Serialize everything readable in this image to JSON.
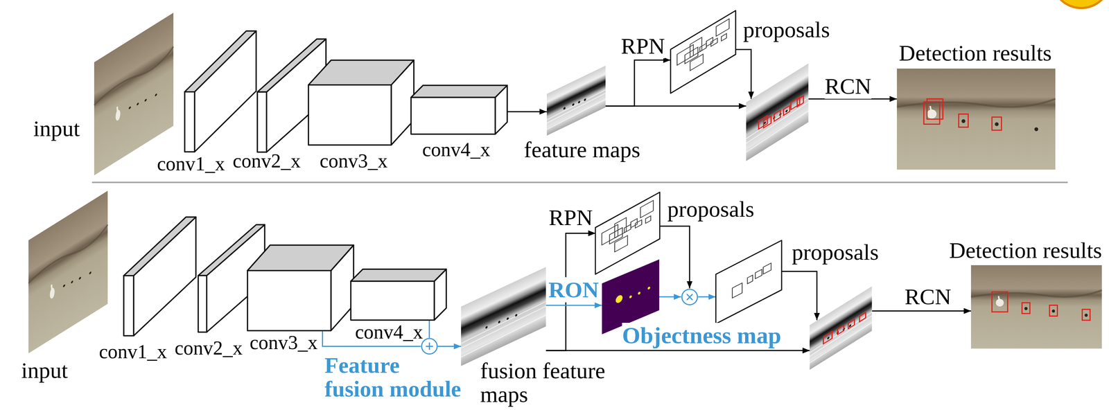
{
  "diagram": {
    "nodes": [
      {
        "text": [
          "input"
        ]
      },
      {
        "text": [
          "conv1_x"
        ]
      },
      {
        "text": [
          "conv2_x"
        ]
      },
      {
        "text": [
          "conv3_x"
        ]
      },
      {
        "text": [
          "conv4_x"
        ]
      },
      {
        "text": [
          "feature maps"
        ]
      },
      {
        "text": [
          "proposals"
        ]
      },
      {
        "text": []
      },
      {
        "text": [
          "Detection results"
        ]
      },
      {
        "text": [
          "input"
        ]
      },
      {
        "text": [
          "conv1_x"
        ]
      },
      {
        "text": [
          "conv2_x"
        ]
      },
      {
        "text": [
          "conv3_x"
        ]
      },
      {
        "text": [
          "conv4_x"
        ]
      },
      {
        "text": [
          "+"
        ]
      },
      {
        "text": [
          "fusion feature maps"
        ]
      },
      {
        "text": [
          "proposals"
        ]
      },
      {
        "text": [
          "Objectness map"
        ]
      },
      {
        "text": [
          "×"
        ]
      },
      {
        "text": [
          "proposals"
        ]
      },
      {
        "text": []
      },
      {
        "text": [
          "Detection results"
        ]
      }
    ],
    "edges": [
      {
        "from": 4,
        "to": 5,
        "arrow": "to"
      },
      {
        "from": 5,
        "to": 6,
        "label": "RPN",
        "arrow": "to"
      },
      {
        "from": 5,
        "to": 7,
        "arrow": "to"
      },
      {
        "from": 6,
        "to": 7,
        "arrow": "to"
      },
      {
        "from": 7,
        "to": 8,
        "label": "RCN",
        "arrow": "to"
      },
      {
        "from": 12,
        "to": 14,
        "arrow": "none"
      },
      {
        "from": 13,
        "to": 14,
        "arrow": "none"
      },
      {
        "from": 14,
        "to": 15,
        "arrow": "to"
      },
      {
        "from": 15,
        "to": 16,
        "label": "RPN",
        "arrow": "to"
      },
      {
        "from": 15,
        "to": 17,
        "label": "RON",
        "arrow": "to"
      },
      {
        "from": 16,
        "to": 18,
        "arrow": "to"
      },
      {
        "from": 17,
        "to": 18,
        "arrow": "to"
      },
      {
        "from": 18,
        "to": 19,
        "arrow": "to"
      },
      {
        "from": 15,
        "to": 20,
        "arrow": "to"
      },
      {
        "from": 19,
        "to": 20,
        "arrow": "to"
      },
      {
        "from": 20,
        "to": 21,
        "label": "RCN",
        "arrow": "to"
      }
    ],
    "labels": [
      "Feature fusion module"
    ]
  }
}
